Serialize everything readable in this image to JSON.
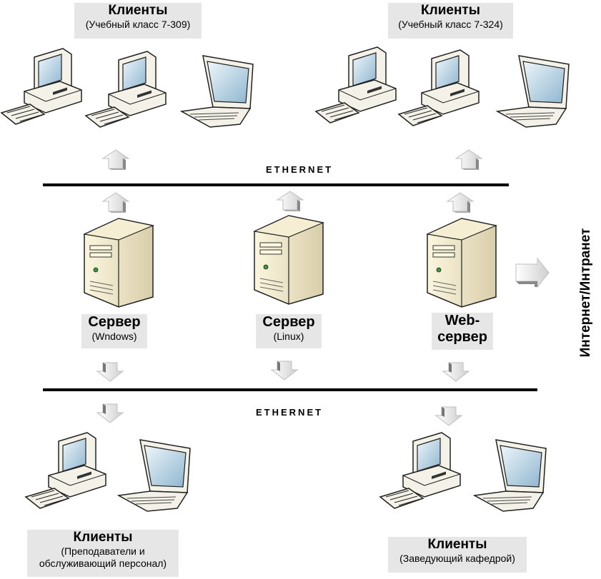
{
  "networks": {
    "top_label": "ETHERNET",
    "bottom_label": "ETHERNET"
  },
  "clients": {
    "top_left": {
      "title": "Клиенты",
      "subtitle": "(Учебный класс 7-309)"
    },
    "top_right": {
      "title": "Клиенты",
      "subtitle": "(Учебный класс 7-324)"
    },
    "bottom_left": {
      "title": "Клиенты",
      "subtitle_line1": "(Преподаватели и",
      "subtitle_line2": "обслуживающий персонал)"
    },
    "bottom_right": {
      "title": "Клиенты",
      "subtitle": "(Заведующий кафедрой)"
    }
  },
  "servers": {
    "windows": {
      "title": "Сервер",
      "subtitle": "(Wndows)"
    },
    "linux": {
      "title": "Сервер",
      "subtitle": "(Linux)"
    },
    "web": {
      "title_line1": "Web-",
      "title_line2": "сервер"
    }
  },
  "external": {
    "label": "Интернет/Интранет"
  },
  "colors": {
    "line": "#000000",
    "label_bg": "#e6e6e6",
    "arrow": "#e8e8e8"
  }
}
